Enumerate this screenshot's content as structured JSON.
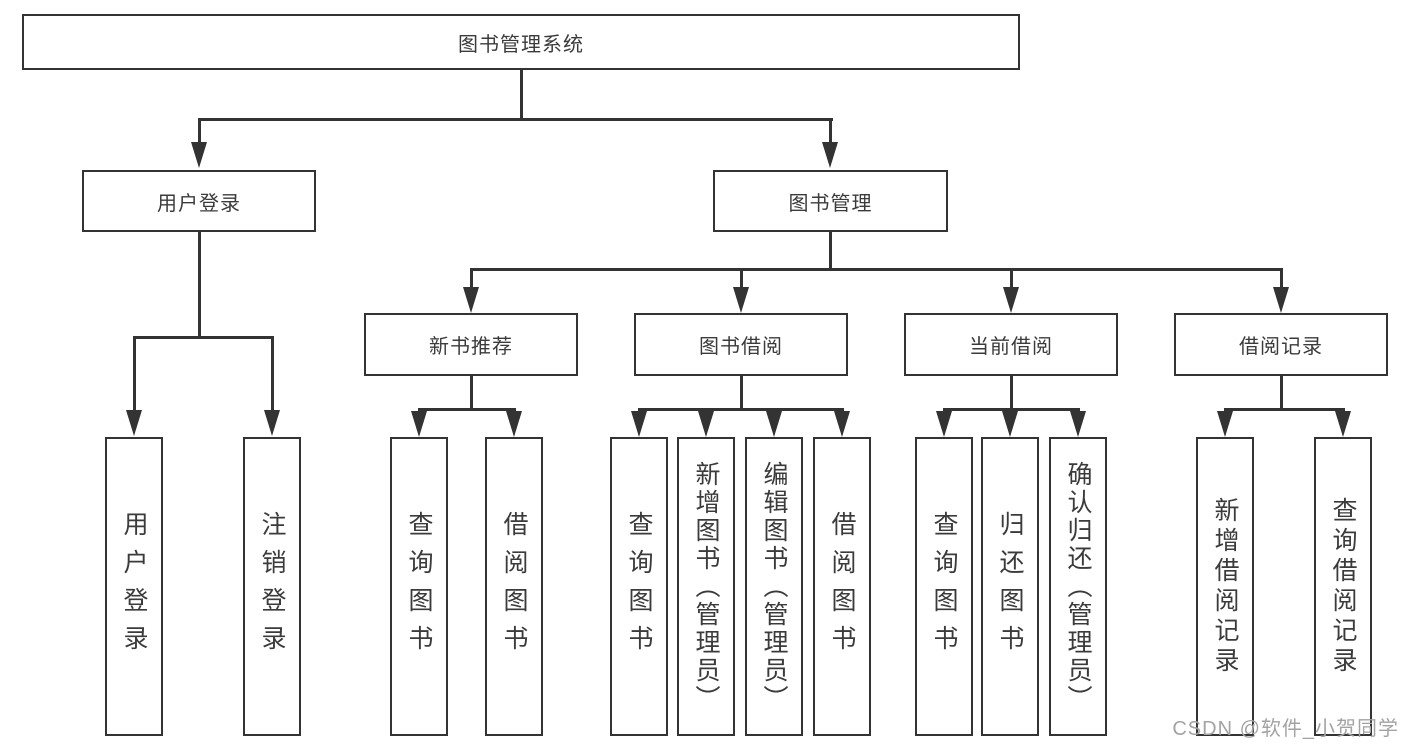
{
  "nodes": {
    "root": "图书管理系统",
    "login": "用户登录",
    "mgmt": "图书管理",
    "rec": "新书推荐",
    "borrow": "图书借阅",
    "current": "当前借阅",
    "records": "借阅记录"
  },
  "leaves": {
    "login": [
      "用户登录",
      "注销登录"
    ],
    "rec": [
      "查询图书",
      "借阅图书"
    ],
    "borrow": [
      "查询图书",
      "新增图书（管理员）",
      "编辑图书（管理员）",
      "借阅图书"
    ],
    "current": [
      "查询图书",
      "归还图书",
      "确认归还（管理员）"
    ],
    "records": [
      "新增借阅记录",
      "查询借阅记录"
    ]
  },
  "watermark": "CSDN @软件_小贺同学",
  "colors": {
    "line": "#333333",
    "text": "#3b3b3b",
    "background": "#ffffff",
    "watermark": "#a3a3a3"
  }
}
